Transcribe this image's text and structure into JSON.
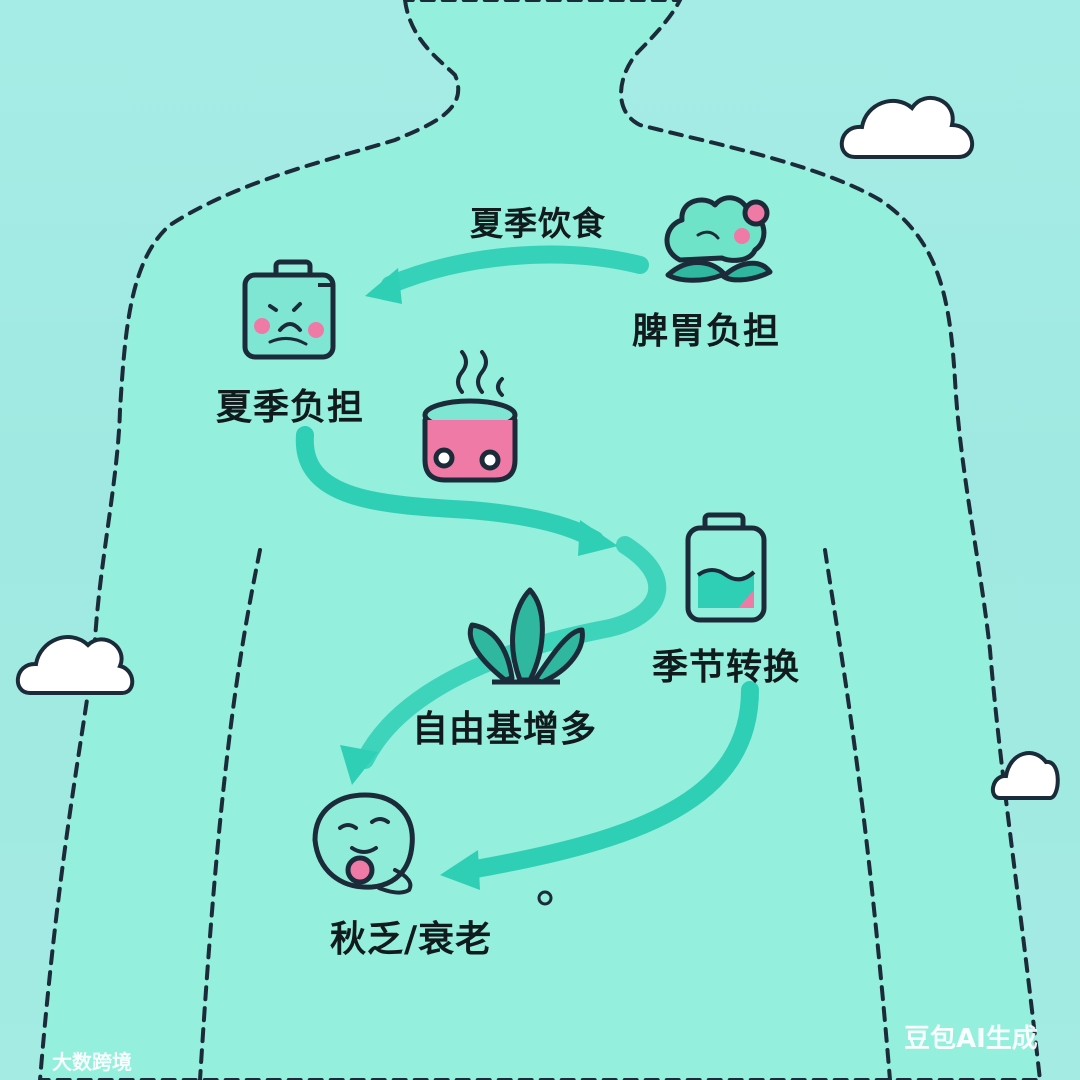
{
  "labels": {
    "summer_diet": "夏季饮食",
    "spleen_burden": "脾胃负担",
    "summer_burden": "夏季负担",
    "season_change": "季节转换",
    "free_radicals": "自由基增多",
    "autumn_fatigue": "秋乏/衰老"
  },
  "watermarks": {
    "bottom_left": "大数跨境",
    "bottom_right": "豆包AI生成"
  },
  "icons": [
    "pink-flower-cloud-icon",
    "sad-box-icon",
    "steaming-pot-icon",
    "battery-bottle-icon",
    "green-plant-icon",
    "tired-face-icon",
    "cloud-icon"
  ],
  "colors": {
    "background": "#a2ebe4",
    "body_fill": "#93f0de",
    "arrow": "#2fcfb6",
    "outline": "#1c2b3a",
    "accent_pink": "#f07aa6"
  }
}
